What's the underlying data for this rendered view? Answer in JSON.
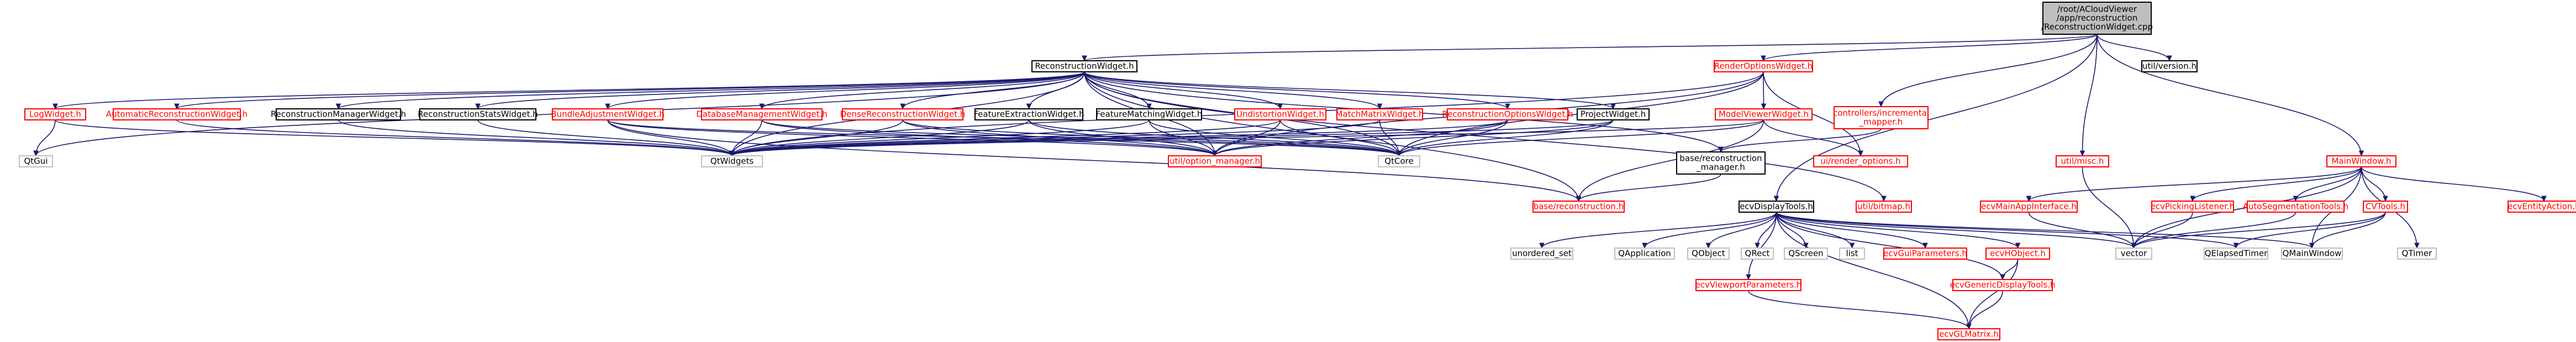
{
  "graph": {
    "colors": {
      "edge": "#191970",
      "root_fill": "#bfbfbf",
      "root_stroke": "#000000",
      "doc_stroke": "#000000",
      "doc_text": "#000000",
      "link_stroke": "#ff0000",
      "link_text": "#ff0000",
      "external_stroke": "#bfbfbf",
      "external_text": "#000000",
      "node_fill": "#ffffff"
    },
    "nodes": [
      {
        "id": "root",
        "kind": "root",
        "lines": [
          "/root/ACloudViewer",
          "/app/reconstruction",
          "/ReconstructionWidget.cpp"
        ]
      },
      {
        "id": "rw",
        "kind": "doc",
        "lines": [
          "ReconstructionWidget.h"
        ]
      },
      {
        "id": "row",
        "kind": "link",
        "lines": [
          "RenderOptionsWidget.h"
        ]
      },
      {
        "id": "uver",
        "kind": "doc",
        "lines": [
          "util/version.h"
        ]
      },
      {
        "id": "logw",
        "kind": "link",
        "lines": [
          "LogWidget.h"
        ]
      },
      {
        "id": "arw",
        "kind": "link",
        "lines": [
          "AutomaticReconstructionWidget.h"
        ]
      },
      {
        "id": "rmw",
        "kind": "doc",
        "lines": [
          "ReconstructionManagerWidget.h"
        ]
      },
      {
        "id": "rsw",
        "kind": "doc",
        "lines": [
          "ReconstructionStatsWidget.h"
        ]
      },
      {
        "id": "baw",
        "kind": "link",
        "lines": [
          "BundleAdjustmentWidget.h"
        ]
      },
      {
        "id": "dmw",
        "kind": "link",
        "lines": [
          "DatabaseManagementWidget.h"
        ]
      },
      {
        "id": "drw",
        "kind": "link",
        "lines": [
          "DenseReconstructionWidget.h"
        ]
      },
      {
        "id": "few",
        "kind": "doc",
        "lines": [
          "FeatureExtractionWidget.h"
        ]
      },
      {
        "id": "fmw",
        "kind": "doc",
        "lines": [
          "FeatureMatchingWidget.h"
        ]
      },
      {
        "id": "udw",
        "kind": "link",
        "lines": [
          "UndistortionWidget.h"
        ]
      },
      {
        "id": "mmw",
        "kind": "link",
        "lines": [
          "MatchMatrixWidget.h"
        ]
      },
      {
        "id": "rcow",
        "kind": "link",
        "lines": [
          "ReconstructionOptionsWidget.h"
        ]
      },
      {
        "id": "pw",
        "kind": "doc",
        "lines": [
          "ProjectWidget.h"
        ]
      },
      {
        "id": "mvw",
        "kind": "link",
        "lines": [
          "ModelViewerWidget.h"
        ]
      },
      {
        "id": "cim",
        "kind": "link",
        "lines": [
          "controllers/incremental",
          "_mapper.h"
        ]
      },
      {
        "id": "brm",
        "kind": "doc",
        "lines": [
          "base/reconstruction",
          "_manager.h"
        ]
      },
      {
        "id": "urend",
        "kind": "link",
        "lines": [
          "ui/render_options.h"
        ]
      },
      {
        "id": "umisc",
        "kind": "link",
        "lines": [
          "util/misc.h"
        ]
      },
      {
        "id": "mainw",
        "kind": "link",
        "lines": [
          "MainWindow.h"
        ]
      },
      {
        "id": "qtgui",
        "kind": "external",
        "lines": [
          "QtGui"
        ]
      },
      {
        "id": "qtw",
        "kind": "external",
        "lines": [
          "QtWidgets"
        ]
      },
      {
        "id": "uopt",
        "kind": "link",
        "lines": [
          "util/option_manager.h"
        ]
      },
      {
        "id": "qtcore",
        "kind": "external",
        "lines": [
          "QtCore"
        ]
      },
      {
        "id": "brec",
        "kind": "link",
        "lines": [
          "base/reconstruction.h"
        ]
      },
      {
        "id": "edt",
        "kind": "doc",
        "lines": [
          "ecvDisplayTools.h"
        ]
      },
      {
        "id": "ubmp",
        "kind": "link",
        "lines": [
          "util/bitmap.h"
        ]
      },
      {
        "id": "emai",
        "kind": "link",
        "lines": [
          "ecvMainAppInterface.h"
        ]
      },
      {
        "id": "epl",
        "kind": "link",
        "lines": [
          "ecvPickingListener.h"
        ]
      },
      {
        "id": "ast",
        "kind": "link",
        "lines": [
          "AutoSegmentationTools.h"
        ]
      },
      {
        "id": "cvt",
        "kind": "link",
        "lines": [
          "CVTools.h"
        ]
      },
      {
        "id": "eea",
        "kind": "link",
        "lines": [
          "ecvEntityAction.h"
        ]
      },
      {
        "id": "uset",
        "kind": "external",
        "lines": [
          "unordered_set"
        ]
      },
      {
        "id": "qapp",
        "kind": "external",
        "lines": [
          "QApplication"
        ]
      },
      {
        "id": "qobj",
        "kind": "external",
        "lines": [
          "QObject"
        ]
      },
      {
        "id": "qrect",
        "kind": "external",
        "lines": [
          "QRect"
        ]
      },
      {
        "id": "qscr",
        "kind": "external",
        "lines": [
          "QScreen"
        ]
      },
      {
        "id": "list",
        "kind": "external",
        "lines": [
          "list"
        ]
      },
      {
        "id": "egp",
        "kind": "link",
        "lines": [
          "ecvGuiParameters.h"
        ]
      },
      {
        "id": "ehobj",
        "kind": "link",
        "lines": [
          "ecvHObject.h"
        ]
      },
      {
        "id": "vec",
        "kind": "external",
        "lines": [
          "vector"
        ]
      },
      {
        "id": "qet",
        "kind": "external",
        "lines": [
          "QElapsedTimer"
        ]
      },
      {
        "id": "qmw",
        "kind": "external",
        "lines": [
          "QMainWindow"
        ]
      },
      {
        "id": "qtim",
        "kind": "external",
        "lines": [
          "QTimer"
        ]
      },
      {
        "id": "egdt",
        "kind": "link",
        "lines": [
          "ecvGenericDisplayTools.h"
        ]
      },
      {
        "id": "evp",
        "kind": "link",
        "lines": [
          "ecvViewportParameters.h"
        ]
      },
      {
        "id": "eglm",
        "kind": "link",
        "lines": [
          "ecvGLMatrix.h"
        ]
      }
    ],
    "edges": [
      [
        "root",
        "rw"
      ],
      [
        "root",
        "row"
      ],
      [
        "root",
        "uver"
      ],
      [
        "root",
        "cim"
      ],
      [
        "root",
        "umisc"
      ],
      [
        "root",
        "mainw"
      ],
      [
        "root",
        "edt"
      ],
      [
        "rw",
        "logw"
      ],
      [
        "rw",
        "arw"
      ],
      [
        "rw",
        "rmw"
      ],
      [
        "rw",
        "rsw"
      ],
      [
        "rw",
        "baw"
      ],
      [
        "rw",
        "dmw"
      ],
      [
        "rw",
        "drw"
      ],
      [
        "rw",
        "few"
      ],
      [
        "rw",
        "fmw"
      ],
      [
        "rw",
        "udw"
      ],
      [
        "rw",
        "mmw"
      ],
      [
        "rw",
        "rcow"
      ],
      [
        "rw",
        "pw"
      ],
      [
        "rw",
        "qtgui"
      ],
      [
        "rw",
        "qtw"
      ],
      [
        "rw",
        "uopt"
      ],
      [
        "rw",
        "qtcore"
      ],
      [
        "rw",
        "brm"
      ],
      [
        "rw",
        "ubmp"
      ],
      [
        "rw",
        "brec"
      ],
      [
        "row",
        "mvw"
      ],
      [
        "row",
        "qtw"
      ],
      [
        "row",
        "qtcore"
      ],
      [
        "row",
        "uopt"
      ],
      [
        "row",
        "urend"
      ],
      [
        "logw",
        "qtgui"
      ],
      [
        "logw",
        "qtw"
      ],
      [
        "arw",
        "qtw"
      ],
      [
        "rmw",
        "qtw"
      ],
      [
        "rsw",
        "qtw"
      ],
      [
        "baw",
        "qtw"
      ],
      [
        "baw",
        "uopt"
      ],
      [
        "baw",
        "qtcore"
      ],
      [
        "baw",
        "brec"
      ],
      [
        "dmw",
        "qtw"
      ],
      [
        "dmw",
        "uopt"
      ],
      [
        "dmw",
        "qtcore"
      ],
      [
        "drw",
        "qtw"
      ],
      [
        "drw",
        "uopt"
      ],
      [
        "drw",
        "qtcore"
      ],
      [
        "few",
        "qtw"
      ],
      [
        "few",
        "uopt"
      ],
      [
        "few",
        "qtcore"
      ],
      [
        "fmw",
        "qtw"
      ],
      [
        "fmw",
        "uopt"
      ],
      [
        "fmw",
        "qtcore"
      ],
      [
        "udw",
        "qtw"
      ],
      [
        "udw",
        "uopt"
      ],
      [
        "udw",
        "qtcore"
      ],
      [
        "mmw",
        "qtw"
      ],
      [
        "mmw",
        "qtcore"
      ],
      [
        "rcow",
        "qtw"
      ],
      [
        "rcow",
        "uopt"
      ],
      [
        "rcow",
        "qtcore"
      ],
      [
        "pw",
        "qtw"
      ],
      [
        "pw",
        "uopt"
      ],
      [
        "pw",
        "qtcore"
      ],
      [
        "mvw",
        "qtw"
      ],
      [
        "mvw",
        "qtcore"
      ],
      [
        "mvw",
        "brec"
      ],
      [
        "mvw",
        "urend"
      ],
      [
        "cim",
        "brm"
      ],
      [
        "brm",
        "brec"
      ],
      [
        "umisc",
        "vec"
      ],
      [
        "edt",
        "uset"
      ],
      [
        "edt",
        "qapp"
      ],
      [
        "edt",
        "qobj"
      ],
      [
        "edt",
        "qrect"
      ],
      [
        "edt",
        "qscr"
      ],
      [
        "edt",
        "list"
      ],
      [
        "edt",
        "egp"
      ],
      [
        "edt",
        "ehobj"
      ],
      [
        "edt",
        "vec"
      ],
      [
        "edt",
        "qet"
      ],
      [
        "edt",
        "qmw"
      ],
      [
        "edt",
        "egdt"
      ],
      [
        "edt",
        "evp"
      ],
      [
        "edt",
        "eglm"
      ],
      [
        "mainw",
        "emai"
      ],
      [
        "mainw",
        "epl"
      ],
      [
        "mainw",
        "ast"
      ],
      [
        "mainw",
        "cvt"
      ],
      [
        "mainw",
        "eea"
      ],
      [
        "mainw",
        "vec"
      ],
      [
        "mainw",
        "qmw"
      ],
      [
        "mainw",
        "qtim"
      ],
      [
        "emai",
        "vec"
      ],
      [
        "epl",
        "vec"
      ],
      [
        "ast",
        "vec"
      ],
      [
        "cvt",
        "vec"
      ],
      [
        "cvt",
        "qet"
      ],
      [
        "cvt",
        "qmw"
      ],
      [
        "ehobj",
        "egdt"
      ],
      [
        "ehobj",
        "eglm"
      ],
      [
        "egdt",
        "eglm"
      ],
      [
        "evp",
        "eglm"
      ]
    ]
  }
}
